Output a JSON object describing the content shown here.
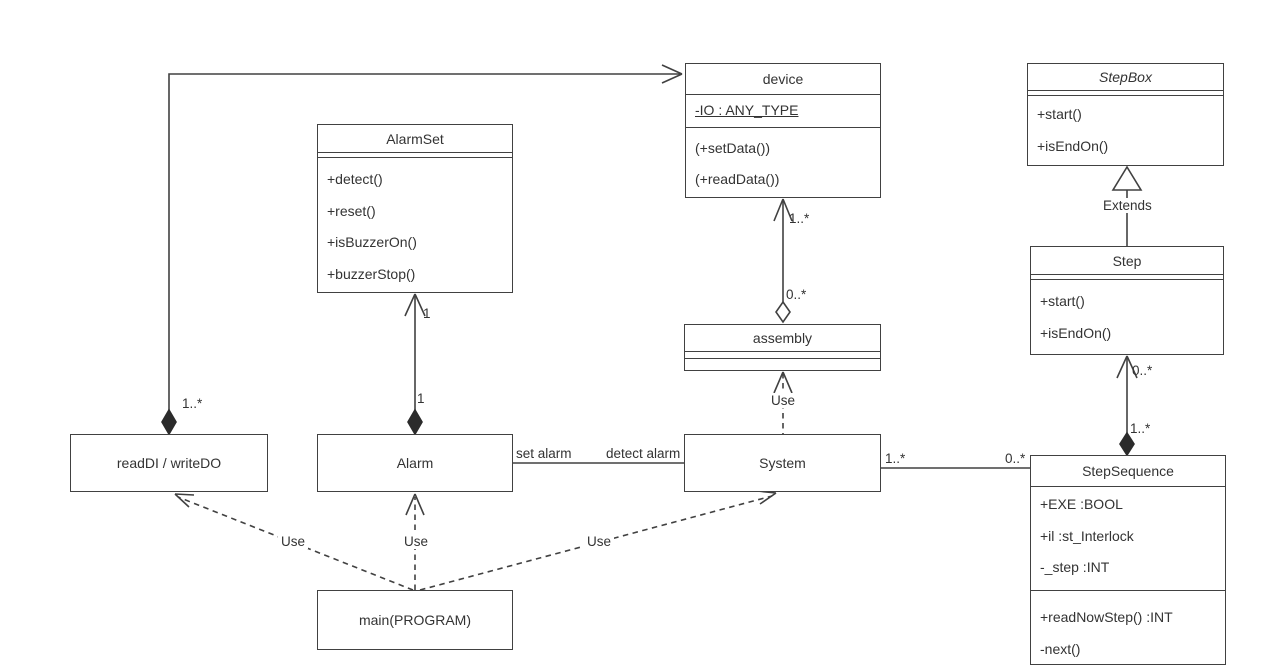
{
  "classes": {
    "device": {
      "name": "device",
      "attributes": [
        "-IO : ANY_TYPE"
      ],
      "methods": [
        "(+setData())",
        "(+readData())"
      ]
    },
    "stepbox": {
      "name": "StepBox",
      "methods": [
        "+start()",
        "+isEndOn()"
      ]
    },
    "alarmset": {
      "name": "AlarmSet",
      "methods": [
        "+detect()",
        "+reset()",
        "+isBuzzerOn()",
        "+buzzerStop()"
      ]
    },
    "step": {
      "name": "Step",
      "methods": [
        "+start()",
        "+isEndOn()"
      ]
    },
    "assembly": {
      "name": "assembly"
    },
    "readdi_writedo": {
      "name": "readDI / writeDO"
    },
    "alarm": {
      "name": "Alarm"
    },
    "system": {
      "name": "System"
    },
    "stepsequence": {
      "name": "StepSequence",
      "attributes": [
        "+EXE :BOOL",
        "+il :st_Interlock",
        "-_step :INT"
      ],
      "methods": [
        "+readNowStep() :INT",
        "-next()"
      ]
    },
    "main": {
      "name": "main(PROGRAM)"
    }
  },
  "edge_labels": {
    "readdi_device_mult": "1..*",
    "alarmset_end_mult": "1",
    "alarm_end_mult": "1",
    "device_end_mult": "1..*",
    "assembly_end_mult": "0..*",
    "assembly_use": "Use",
    "set_alarm": "set alarm",
    "detect_alarm": "detect alarm",
    "system_end_mult": "1..*",
    "stepsequence_end_mult": "0..*",
    "step_end_mult": "0..*",
    "stepsequence_diamond_mult": "1..*",
    "extends": "Extends",
    "use_readdi": "Use",
    "use_alarm": "Use",
    "use_system": "Use"
  },
  "colors": {
    "line": "#414141",
    "text": "#333333",
    "background": "#ffffff"
  }
}
